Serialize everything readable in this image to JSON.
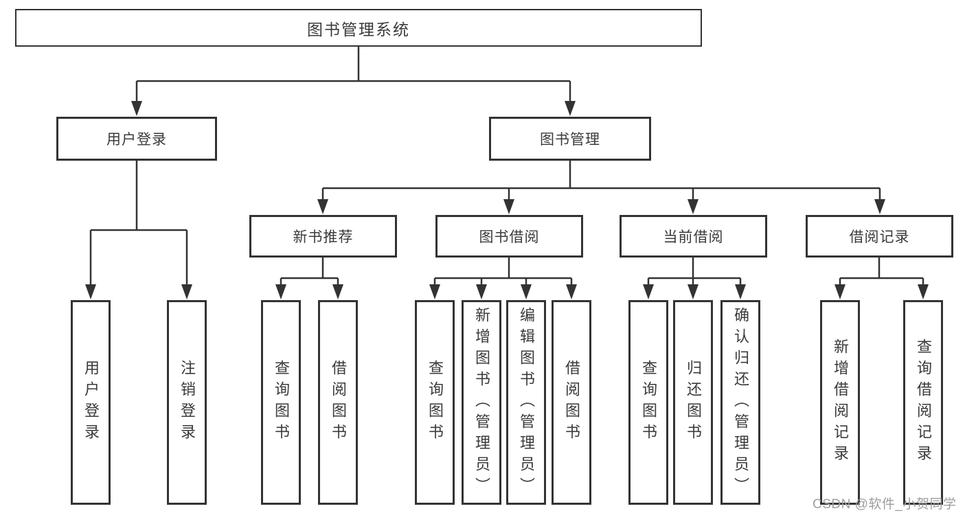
{
  "tree": {
    "root": {
      "label": "图书管理系统"
    },
    "branches": [
      {
        "label": "用户登录",
        "children": [
          {
            "label": "用户登录"
          },
          {
            "label": "注销登录"
          }
        ]
      },
      {
        "label": "图书管理",
        "children": [
          {
            "label": "新书推荐",
            "children": [
              {
                "label": "查询图书"
              },
              {
                "label": "借阅图书"
              }
            ]
          },
          {
            "label": "图书借阅",
            "children": [
              {
                "label": "查询图书"
              },
              {
                "label": "新增图书（管理员）"
              },
              {
                "label": "编辑图书（管理员）"
              },
              {
                "label": "借阅图书"
              }
            ]
          },
          {
            "label": "当前借阅",
            "children": [
              {
                "label": "查询图书"
              },
              {
                "label": "归还图书"
              },
              {
                "label": "确认归还（管理员）"
              }
            ]
          },
          {
            "label": "借阅记录",
            "children": [
              {
                "label": "新增借阅记录"
              },
              {
                "label": "查询借阅记录"
              }
            ]
          }
        ]
      }
    ]
  },
  "watermark": {
    "text": "CSDN @软件_小贺同学"
  },
  "colors": {
    "line": "#333333",
    "border": "#333333",
    "text": "#3a3a3a",
    "box_bg": "#ffffff",
    "watermark": "#9e9e9e"
  }
}
